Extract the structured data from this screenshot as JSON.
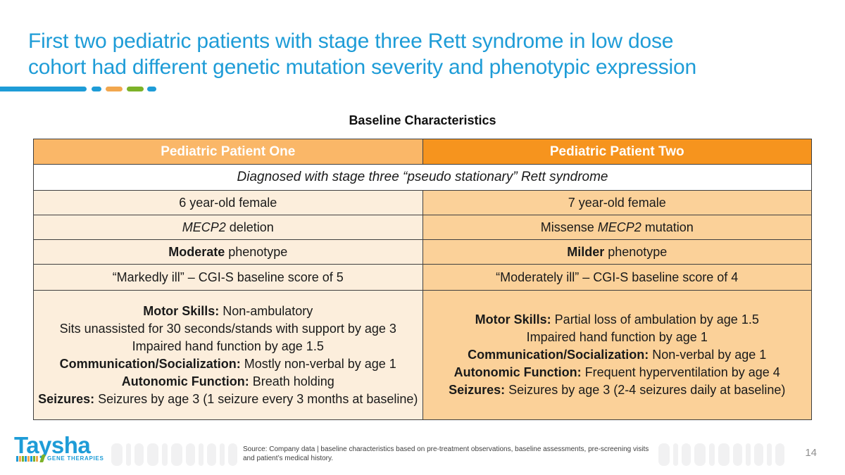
{
  "brand": {
    "blue": "#1E9CD7",
    "orange": "#F2A74E",
    "green": "#7CB228",
    "hdr1": "#FAB768",
    "hdr2": "#F6941E",
    "cell1": "#FCEEDC",
    "cell2": "#FBD199",
    "border": "#3F3F3F",
    "pill": "#F1F1F2"
  },
  "title": {
    "lines": [
      "First two pediatric patients with stage three Rett syndrome in low dose",
      "cohort had different genetic mutation severity and phenotypic expression"
    ]
  },
  "table": {
    "caption": "Baseline Characteristics",
    "headers": [
      "Pediatric Patient One",
      "Pediatric Patient Two"
    ],
    "diagnosis": "Diagnosed with stage three “pseudo stationary” Rett syndrome",
    "rows": [
      {
        "cells": [
          {
            "lines": [
              [
                {
                  "t": "6 year-old female"
                }
              ]
            ]
          },
          {
            "lines": [
              [
                {
                  "t": "7 year-old female"
                }
              ]
            ]
          }
        ]
      },
      {
        "cells": [
          {
            "lines": [
              [
                {
                  "t": "MECP2",
                  "i": true
                },
                {
                  "t": " deletion"
                }
              ]
            ]
          },
          {
            "lines": [
              [
                {
                  "t": "Missense "
                },
                {
                  "t": "MECP2",
                  "i": true
                },
                {
                  "t": " mutation"
                }
              ]
            ]
          }
        ]
      },
      {
        "cells": [
          {
            "lines": [
              [
                {
                  "t": "Moderate",
                  "b": true
                },
                {
                  "t": " phenotype"
                }
              ]
            ]
          },
          {
            "lines": [
              [
                {
                  "t": "Milder",
                  "b": true
                },
                {
                  "t": " phenotype"
                }
              ]
            ]
          }
        ]
      },
      {
        "cells": [
          {
            "lines": [
              [
                {
                  "t": "“Markedly ill” – CGI-S baseline score of 5"
                }
              ]
            ]
          },
          {
            "lines": [
              [
                {
                  "t": "“Moderately ill” – CGI-S baseline score of 4"
                }
              ]
            ]
          }
        ]
      },
      {
        "cells": [
          {
            "lines": [
              [
                {
                  "t": "Motor Skills:",
                  "b": true
                },
                {
                  "t": " Non-ambulatory"
                }
              ],
              [
                {
                  "t": "Sits unassisted for 30 seconds/stands with support by age 3"
                }
              ],
              [
                {
                  "t": "Impaired hand function by age 1.5"
                }
              ],
              [
                {
                  "t": "Communication/Socialization:",
                  "b": true
                },
                {
                  "t": " Mostly non-verbal by age 1"
                }
              ],
              [
                {
                  "t": "Autonomic Function:",
                  "b": true
                },
                {
                  "t": " Breath holding"
                }
              ],
              [
                {
                  "t": "Seizures:",
                  "b": true
                },
                {
                  "t": " Seizures by age 3 (1 seizure every 3 months at baseline)"
                }
              ]
            ]
          },
          {
            "lines": [
              [
                {
                  "t": "Motor Skills:",
                  "b": true
                },
                {
                  "t": " Partial loss of ambulation by age 1.5"
                }
              ],
              [
                {
                  "t": "Impaired hand function by age 1"
                }
              ],
              [
                {
                  "t": "Communication/Socialization:",
                  "b": true
                },
                {
                  "t": " Non-verbal by age 1"
                }
              ],
              [
                {
                  "t": "Autonomic Function:",
                  "b": true
                },
                {
                  "t": " Frequent hyperventilation by age 4"
                }
              ],
              [
                {
                  "t": "Seizures:",
                  "b": true
                },
                {
                  "t": " Seizures by age 3 (2-4 seizures daily at baseline)"
                }
              ]
            ]
          }
        ]
      }
    ]
  },
  "footer": {
    "logo": {
      "name": "Taysha",
      "tagline": "GENE THERAPIES",
      "bar_colors": [
        "#1E9CD7",
        "#F2A74E",
        "#7CB228",
        "#1E9CD7",
        "#F2A74E",
        "#1E9CD7",
        "#7CB228",
        "#F2A74E"
      ]
    },
    "source_lines": [
      "Source: Company data | baseline characteristics based on pre-treatment observations, baseline assessments, pre-screening visits",
      "and patient’s medical history."
    ],
    "page_number": "14"
  }
}
